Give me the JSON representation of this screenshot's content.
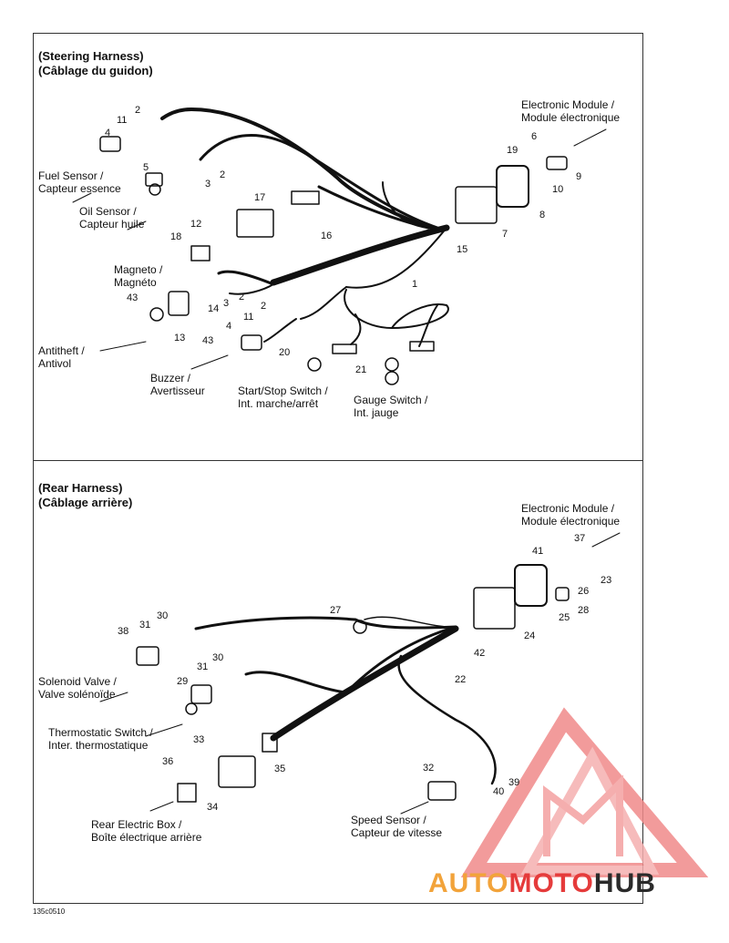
{
  "steering": {
    "title1": "(Steering Harness)",
    "title2": "(Câblage du guidon)",
    "labels": {
      "electronic_module_en": "Electronic Module /",
      "electronic_module_fr": "Module électronique",
      "fuel_sensor_en": "Fuel Sensor /",
      "fuel_sensor_fr": "Capteur essence",
      "oil_sensor_en": "Oil Sensor /",
      "oil_sensor_fr": "Capteur huile",
      "magneto_en": "Magneto /",
      "magneto_fr": "Magnéto",
      "antitheft_en": "Antitheft /",
      "antitheft_fr": "Antivol",
      "buzzer_en": "Buzzer /",
      "buzzer_fr": "Avertisseur",
      "start_stop_en": "Start/Stop Switch /",
      "start_stop_fr": "Int. marche/arrêt",
      "gauge_switch_en": "Gauge Switch /",
      "gauge_switch_fr": "Int. jauge"
    },
    "numbers": {
      "n2a": "2",
      "n11a": "11",
      "n4a": "4",
      "n5": "5",
      "n2b": "2",
      "n3a": "3",
      "n17": "17",
      "n12": "12",
      "n18": "18",
      "n16": "16",
      "n6": "6",
      "n19": "19",
      "n9": "9",
      "n10": "10",
      "n8": "8",
      "n7": "7",
      "n15": "15",
      "n1": "1",
      "n43a": "43",
      "n14": "14",
      "n3b": "3",
      "n2c": "2",
      "n2d": "2",
      "n11b": "11",
      "n13": "13",
      "n4b": "4",
      "n43b": "43",
      "n20": "20",
      "n21": "21"
    }
  },
  "rear": {
    "title1": "(Rear Harness)",
    "title2": "(Câblage arrière)",
    "labels": {
      "electronic_module_en": "Electronic Module /",
      "electronic_module_fr": "Module électronique",
      "solenoid_en": "Solenoid Valve /",
      "solenoid_fr": "Valve solénoïde",
      "thermostatic_en": "Thermostatic Switch /",
      "thermostatic_fr": "Inter. thermostatique",
      "rear_box_en": "Rear Electric Box /",
      "rear_box_fr": "Boîte électrique arrière",
      "speed_sensor_en": "Speed Sensor /",
      "speed_sensor_fr": "Capteur de vitesse"
    },
    "numbers": {
      "n37": "37",
      "n41": "41",
      "n23": "23",
      "n26": "26",
      "n28": "28",
      "n25": "25",
      "n24": "24",
      "n27": "27",
      "n42": "42",
      "n22": "22",
      "n38": "38",
      "n31a": "31",
      "n30a": "30",
      "n31b": "31",
      "n30b": "30",
      "n29": "29",
      "n33": "33",
      "n35": "35",
      "n36": "36",
      "n34": "34",
      "n32": "32",
      "n39": "39",
      "n40": "40"
    }
  },
  "footer_code": "135c0510",
  "watermark": {
    "part1": "AUTO",
    "part2": "MOTO",
    "part3": "HUB",
    "color_orange": "#f2a33a",
    "color_red": "#e53b3b",
    "color_dark": "#2a2a2a"
  }
}
